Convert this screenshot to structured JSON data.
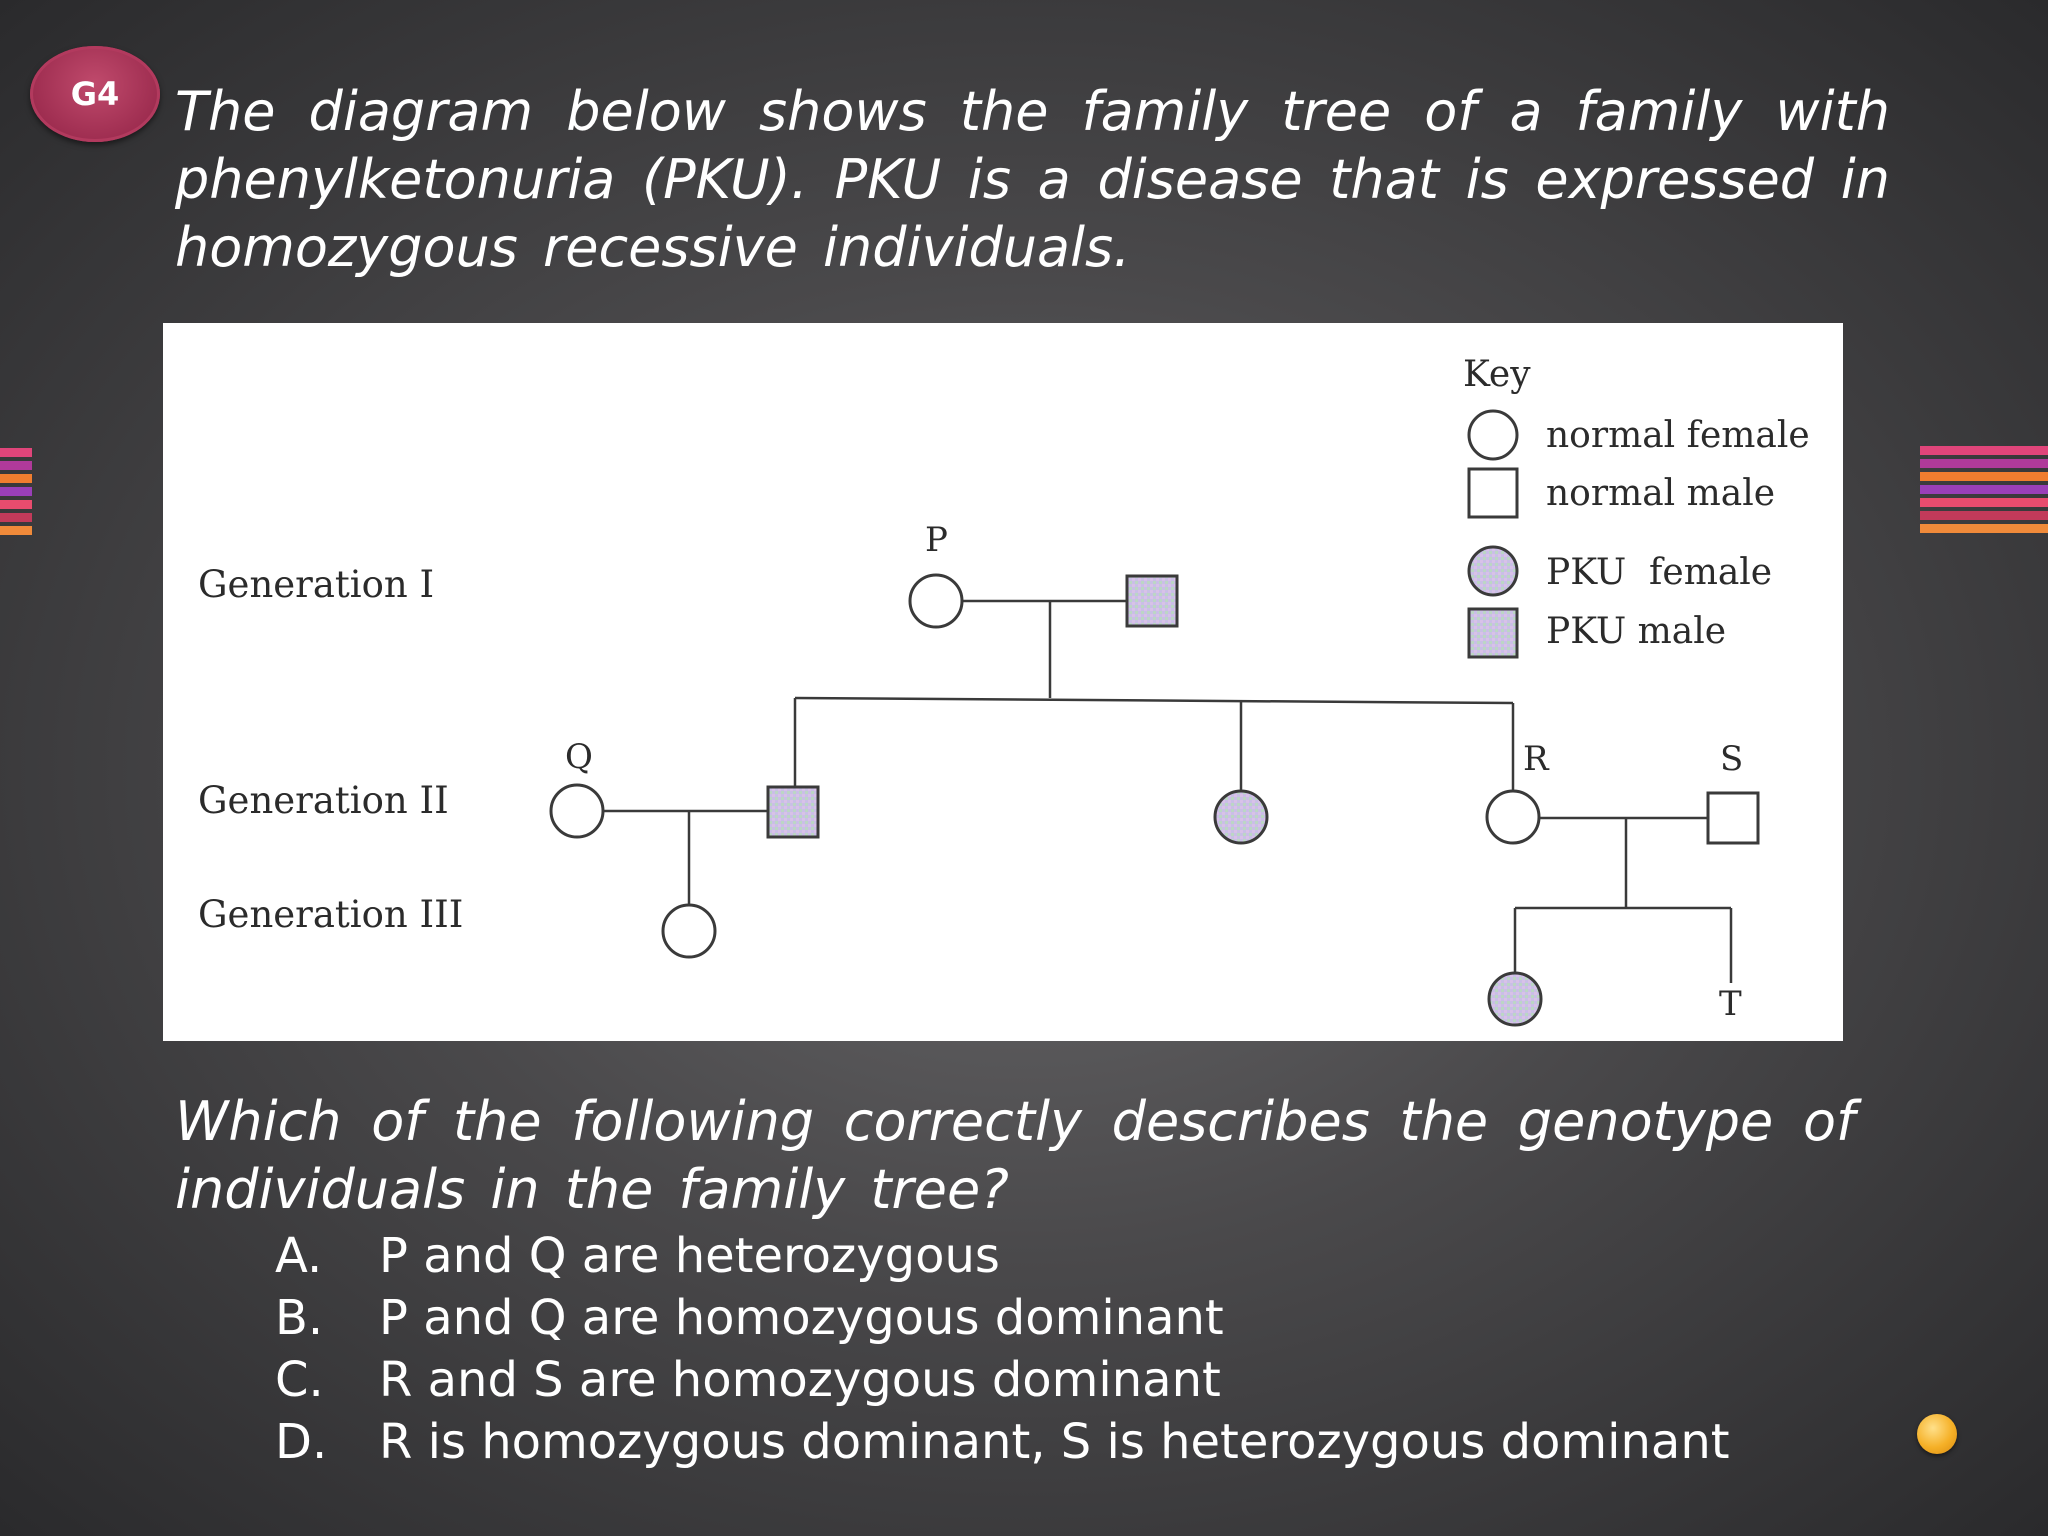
{
  "slide": {
    "badge": "G4",
    "intro": "The diagram below shows the family tree of a family with phenylketonuria (PKU). PKU is a disease that is expressed in homozygous recessive individuals.",
    "question": "Which of the following correctly describes the genotype of individuals in the family tree?",
    "options": [
      {
        "letter": "A.",
        "text": "P and Q are heterozygous"
      },
      {
        "letter": "B.",
        "text": "P and Q are homozygous dominant"
      },
      {
        "letter": "C.",
        "text": "R and S are homozygous dominant"
      },
      {
        "letter": "D.",
        "text": "R is homozygous dominant, S is heterozygous dominant"
      }
    ],
    "stripe_colors": [
      "#e0457a",
      "#b03a9a",
      "#f07d2f",
      "#9a3fb8",
      "#e84c6e",
      "#c23a5a",
      "#f08a3a"
    ]
  },
  "pedigree": {
    "generations": [
      "Generation I",
      "Generation II",
      "Generation III"
    ],
    "labels": {
      "P": "P",
      "Q": "Q",
      "R": "R",
      "S": "S",
      "T": "T"
    },
    "key": {
      "title": "Key",
      "normal_female": "normal female",
      "normal_male": "normal male",
      "pku_female": "PKU  female",
      "pku_male": "PKU male"
    },
    "colors": {
      "pku_fill": "#c9bfe6",
      "line": "#3a3a3a"
    }
  }
}
